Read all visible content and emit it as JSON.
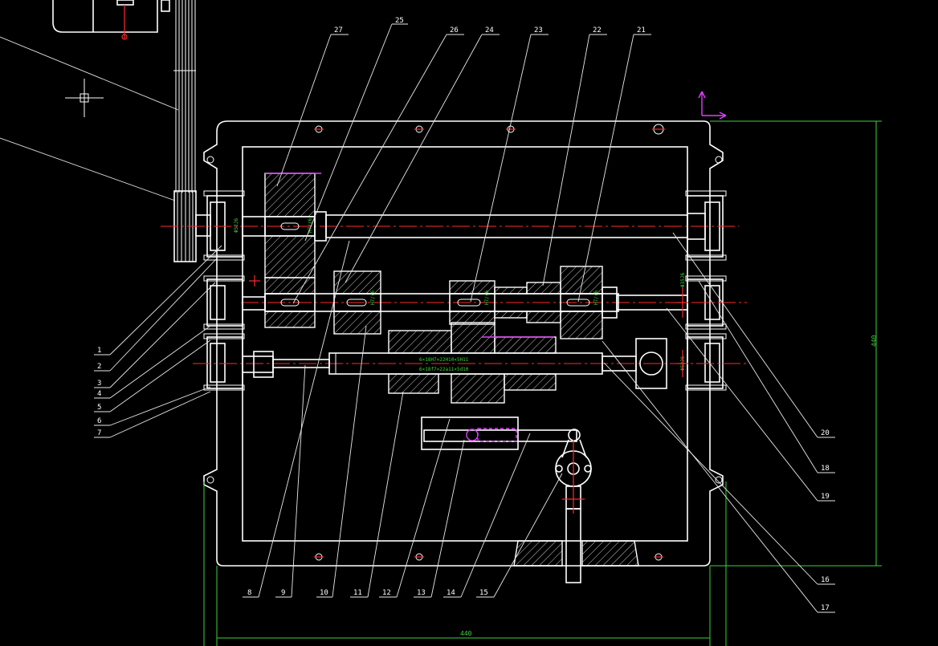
{
  "drawing": {
    "background_color": "#000000",
    "line_color": "#ffffff",
    "dimension_color": "#3cd23c",
    "centerline_color": "#ff2a2a",
    "ucs_color": "#e040ff"
  },
  "part_callouts": {
    "top": [
      "27",
      "25",
      "26",
      "24",
      "23",
      "22",
      "21"
    ],
    "left": [
      "1",
      "2",
      "3",
      "4",
      "5",
      "6",
      "7"
    ],
    "bottom": [
      "8",
      "9",
      "10",
      "11",
      "12",
      "13",
      "14",
      "15"
    ],
    "right": [
      "20",
      "18",
      "19",
      "16",
      "17"
    ]
  },
  "dimensions": {
    "overall_width": "440",
    "overall_height": "440"
  },
  "spline_annotations": {
    "spline_1": "6×18H7×22H10×5H11",
    "spline_2": "6×18f7×22a11×5d10"
  },
  "fit_annotations": {
    "fit_top_gear": "H7/r6",
    "fit_mid_gear_a": "H7/r6",
    "fit_mid_gear_b": "H7/r6",
    "fit_right_gear": "H7/r6",
    "bearing_fit_1": "Φ52J6",
    "bearing_fit_2": "Φ35J6",
    "bearing_fit_3": "Φ52J6"
  }
}
